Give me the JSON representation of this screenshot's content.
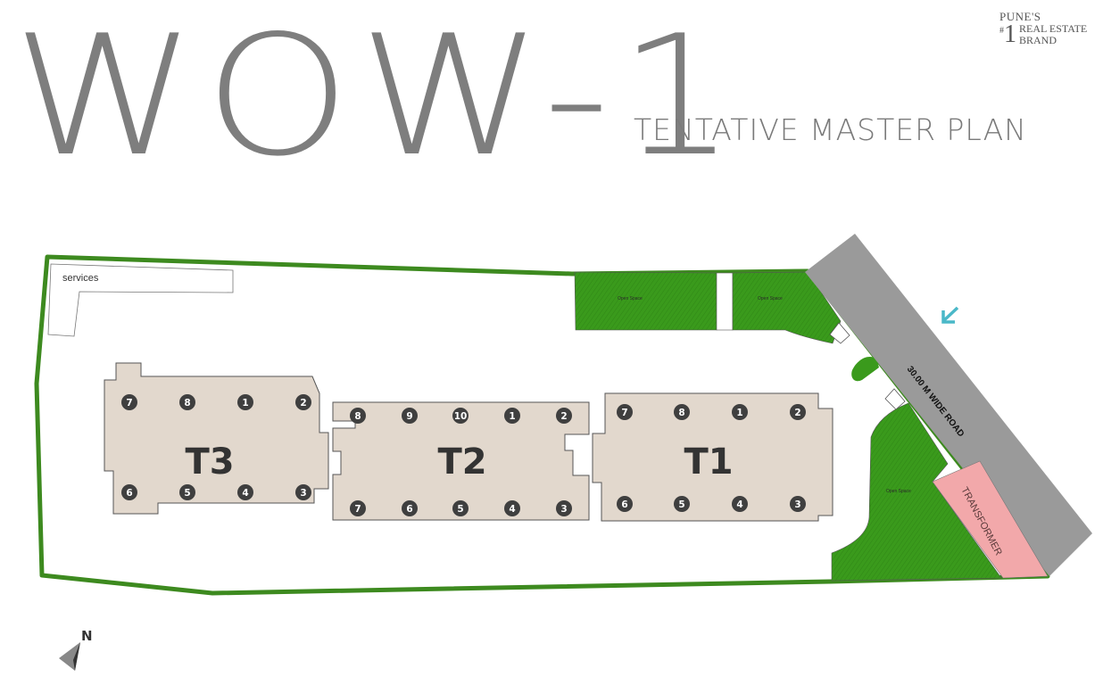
{
  "header": {
    "title": "WOW-1",
    "subtitle": "TENTATIVE MASTER PLAN",
    "brand": {
      "line1": "PUNE'S",
      "hash": "#",
      "number": "1",
      "line2": "REAL ESTATE",
      "line3": "BRAND"
    }
  },
  "plan": {
    "services_label": "services",
    "road_label": "30.00 M WIDE ROAD",
    "transformer_label": "TRANSFORMER",
    "open_space_label": "Open Space",
    "north_label": "N",
    "colors": {
      "boundary": "#3d8a1f",
      "green": "#3a9a1c",
      "tower": "#e2d8cd",
      "road": "#9a9a9a",
      "transformer": "#f2a8aa",
      "marker": "#3f3f3f",
      "arrow": "#4ab8c8"
    },
    "towers": [
      {
        "label": "T3",
        "top_units": [
          "7",
          "8",
          "1",
          "2"
        ],
        "bottom_units": [
          "6",
          "5",
          "4",
          "3"
        ]
      },
      {
        "label": "T2",
        "top_units": [
          "8",
          "9",
          "10",
          "1",
          "2"
        ],
        "bottom_units": [
          "7",
          "6",
          "5",
          "4",
          "3"
        ]
      },
      {
        "label": "T1",
        "top_units": [
          "7",
          "8",
          "1",
          "2"
        ],
        "bottom_units": [
          "6",
          "5",
          "4",
          "3"
        ]
      }
    ]
  }
}
